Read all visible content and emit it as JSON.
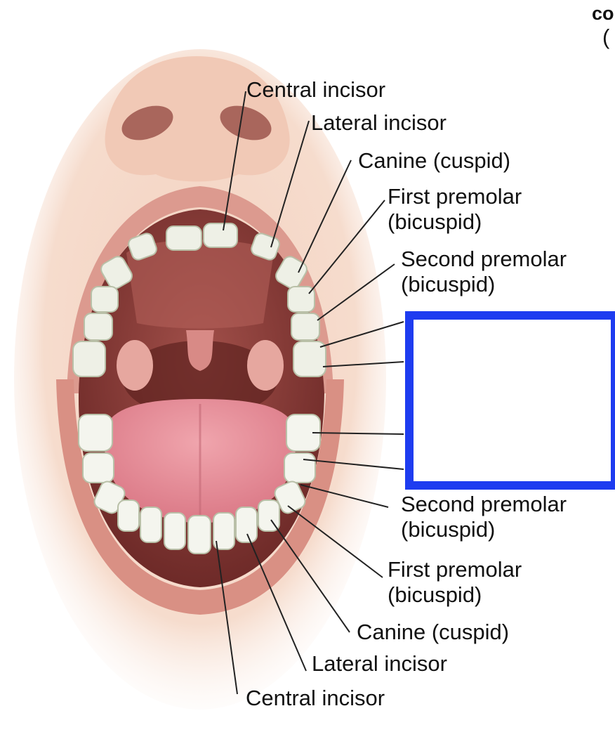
{
  "colors": {
    "skin": "#f4d2c2",
    "lip": "#d9958a",
    "mouth_cavity": "#8e3f3a",
    "tongue": "#e7919b",
    "tooth": "#f2f4ec",
    "leader_line": "#222222",
    "cover_box_border": "#1e3cf0"
  },
  "upper_labels": {
    "central_incisor": "Central incisor",
    "lateral_incisor": "Lateral incisor",
    "canine": "Canine (cuspid)",
    "first_premolar_1": "First premolar",
    "first_premolar_2": "(bicuspid)",
    "second_premolar_1": "Second premolar",
    "second_premolar_2": "(bicuspid)"
  },
  "lower_labels": {
    "second_premolar_1": "Second premolar",
    "second_premolar_2": "(bicuspid)",
    "first_premolar_1": "First premolar",
    "first_premolar_2": "(bicuspid)",
    "canine": "Canine (cuspid)",
    "lateral_incisor": "Lateral incisor",
    "central_incisor": "Central incisor"
  },
  "cut_off_text": {
    "top_right_1": "co",
    "top_right_2": "(",
    "right_edge": ":"
  }
}
